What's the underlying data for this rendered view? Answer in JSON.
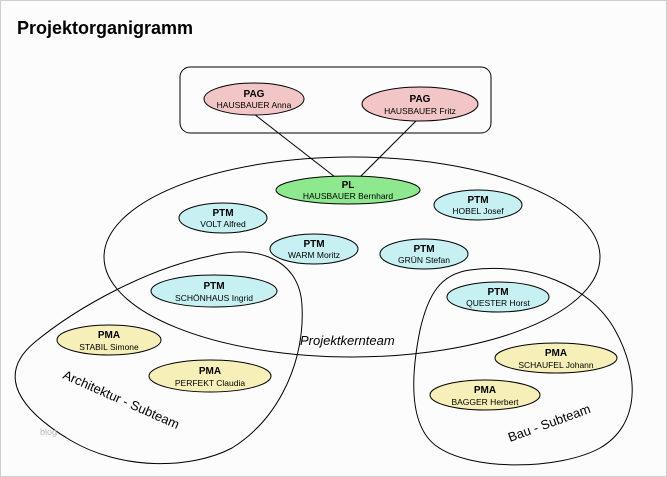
{
  "title": "Projektorganigramm",
  "colors": {
    "pag": "#f2c6c6",
    "pl": "#8ee98e",
    "ptm": "#c6f0f2",
    "pma": "#f6f0b8",
    "outline": "#000000"
  },
  "nodes": {
    "pag_anna": {
      "role": "PAG",
      "name": "HAUSBAUER Anna"
    },
    "pag_fritz": {
      "role": "PAG",
      "name": "HAUSBAUER Fritz"
    },
    "pl": {
      "role": "PL",
      "name": "HAUSBAUER Bernhard"
    },
    "ptm_volt": {
      "role": "PTM",
      "name": "VOLT Alfred"
    },
    "ptm_hobel": {
      "role": "PTM",
      "name": "HOBEL Josef"
    },
    "ptm_warm": {
      "role": "PTM",
      "name": "WARM Moritz"
    },
    "ptm_gruen": {
      "role": "PTM",
      "name": "GRÜN Stefan"
    },
    "ptm_schoen": {
      "role": "PTM",
      "name": "SCHÖNHAUS Ingrid"
    },
    "ptm_quester": {
      "role": "PTM",
      "name": "QUESTER Horst"
    },
    "pma_stabil": {
      "role": "PMA",
      "name": "STABIL Simone"
    },
    "pma_perfekt": {
      "role": "PMA",
      "name": "PERFEKT Claudia"
    },
    "pma_schaufel": {
      "role": "PMA",
      "name": "SCHAUFEL Johann"
    },
    "pma_bagger": {
      "role": "PMA",
      "name": "BAGGER Herbert"
    }
  },
  "groups": {
    "kernteam": "Projektkernteam",
    "architektur": "Architektur - Subteam",
    "bau": "Bau - Subteam"
  },
  "watermark": "blog"
}
